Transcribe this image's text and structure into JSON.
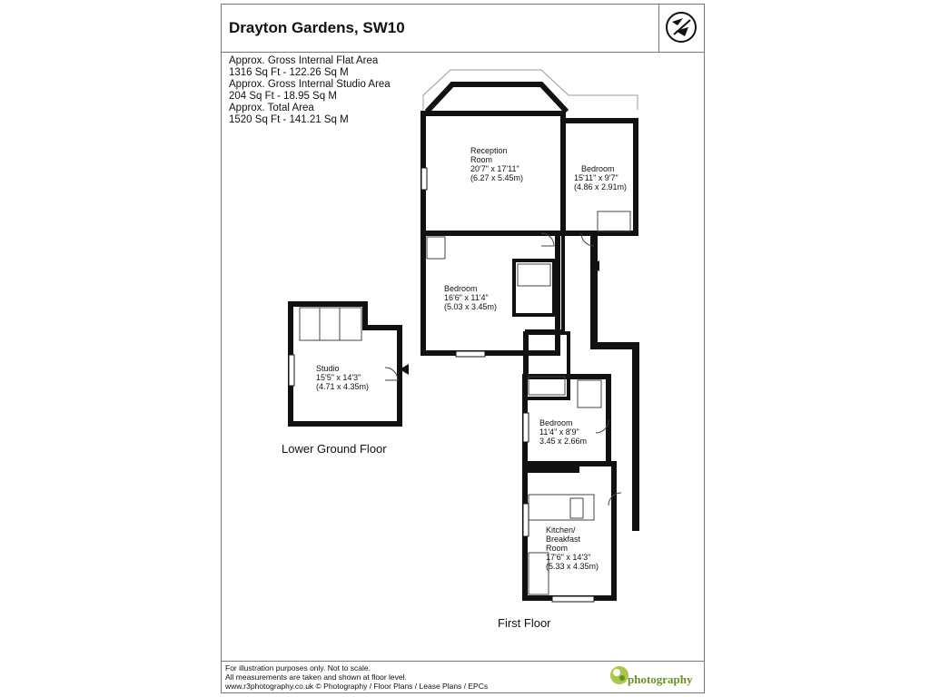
{
  "header": {
    "title": "Drayton Gardens, SW10"
  },
  "areas": [
    "Approx. Gross Internal Flat Area",
    "1316 Sq Ft  -  122.26 Sq M",
    "Approx. Gross Internal Studio Area",
    "204 Sq Ft  -  18.95 Sq M",
    "Approx. Total Area",
    "1520 Sq Ft  -  141.21 Sq M"
  ],
  "rooms": {
    "reception": [
      "Reception",
      "Room",
      "20'7\" x 17'11\"",
      "(6.27 x 5.45m)"
    ],
    "bedroom1": [
      "Bedroom",
      "15'11\" x 9'7\"",
      "(4.86 x 2.91m)"
    ],
    "bedroom2": [
      "Bedroom",
      "16'6\" x 11'4\"",
      "(5.03 x 3.45m)"
    ],
    "studio": [
      "Studio",
      "15'5\" x 14'3\"",
      "(4.71 x 4.35m)"
    ],
    "bedroom3": [
      "Bedroom",
      "11'4\" x 8'9\"",
      "3.45 x 2.66m"
    ],
    "kitchen": [
      "Kitchen/",
      "Breakfast",
      "Room",
      "17'6\" x 14'3\"",
      "(5.33 x 4.35m)"
    ]
  },
  "floors": {
    "lower": "Lower Ground Floor",
    "first": "First Floor"
  },
  "footer": {
    "lines": [
      "For illustration purposes only. Not to scale.",
      "All measurements are taken and shown at floor level.",
      "www.r3photography.co.uk © Photography / Floor Plans / Lease Plans / EPCs"
    ],
    "logo_text": "photography",
    "logo_color": "#6a8f2a"
  },
  "icons": {
    "compass": "north-arrow-icon",
    "entrance": "entrance-arrow-icon"
  }
}
